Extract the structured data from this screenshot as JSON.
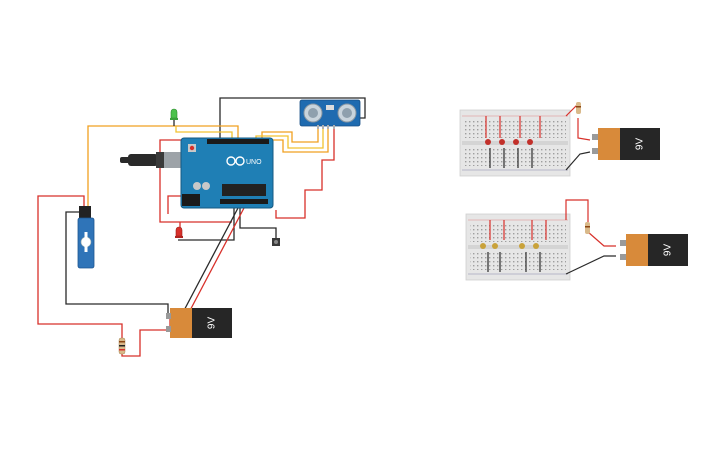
{
  "arduino": {
    "logo": "UNO"
  },
  "batteries": [
    {
      "id": "battery-main",
      "label": "9V"
    },
    {
      "id": "battery-top-right",
      "label": "9V"
    },
    {
      "id": "battery-bottom-right",
      "label": "9V"
    }
  ],
  "colors": {
    "wire_red": "#d8302a",
    "wire_black": "#2a2a2a",
    "wire_orange": "#f0a020",
    "wire_yellow": "#f2c230",
    "arduino_board": "#1f7fb5",
    "servo": "#2f74b8",
    "battery_body": "#262626",
    "battery_cap": "#d88a3a",
    "breadboard": "#e6e6e6"
  }
}
